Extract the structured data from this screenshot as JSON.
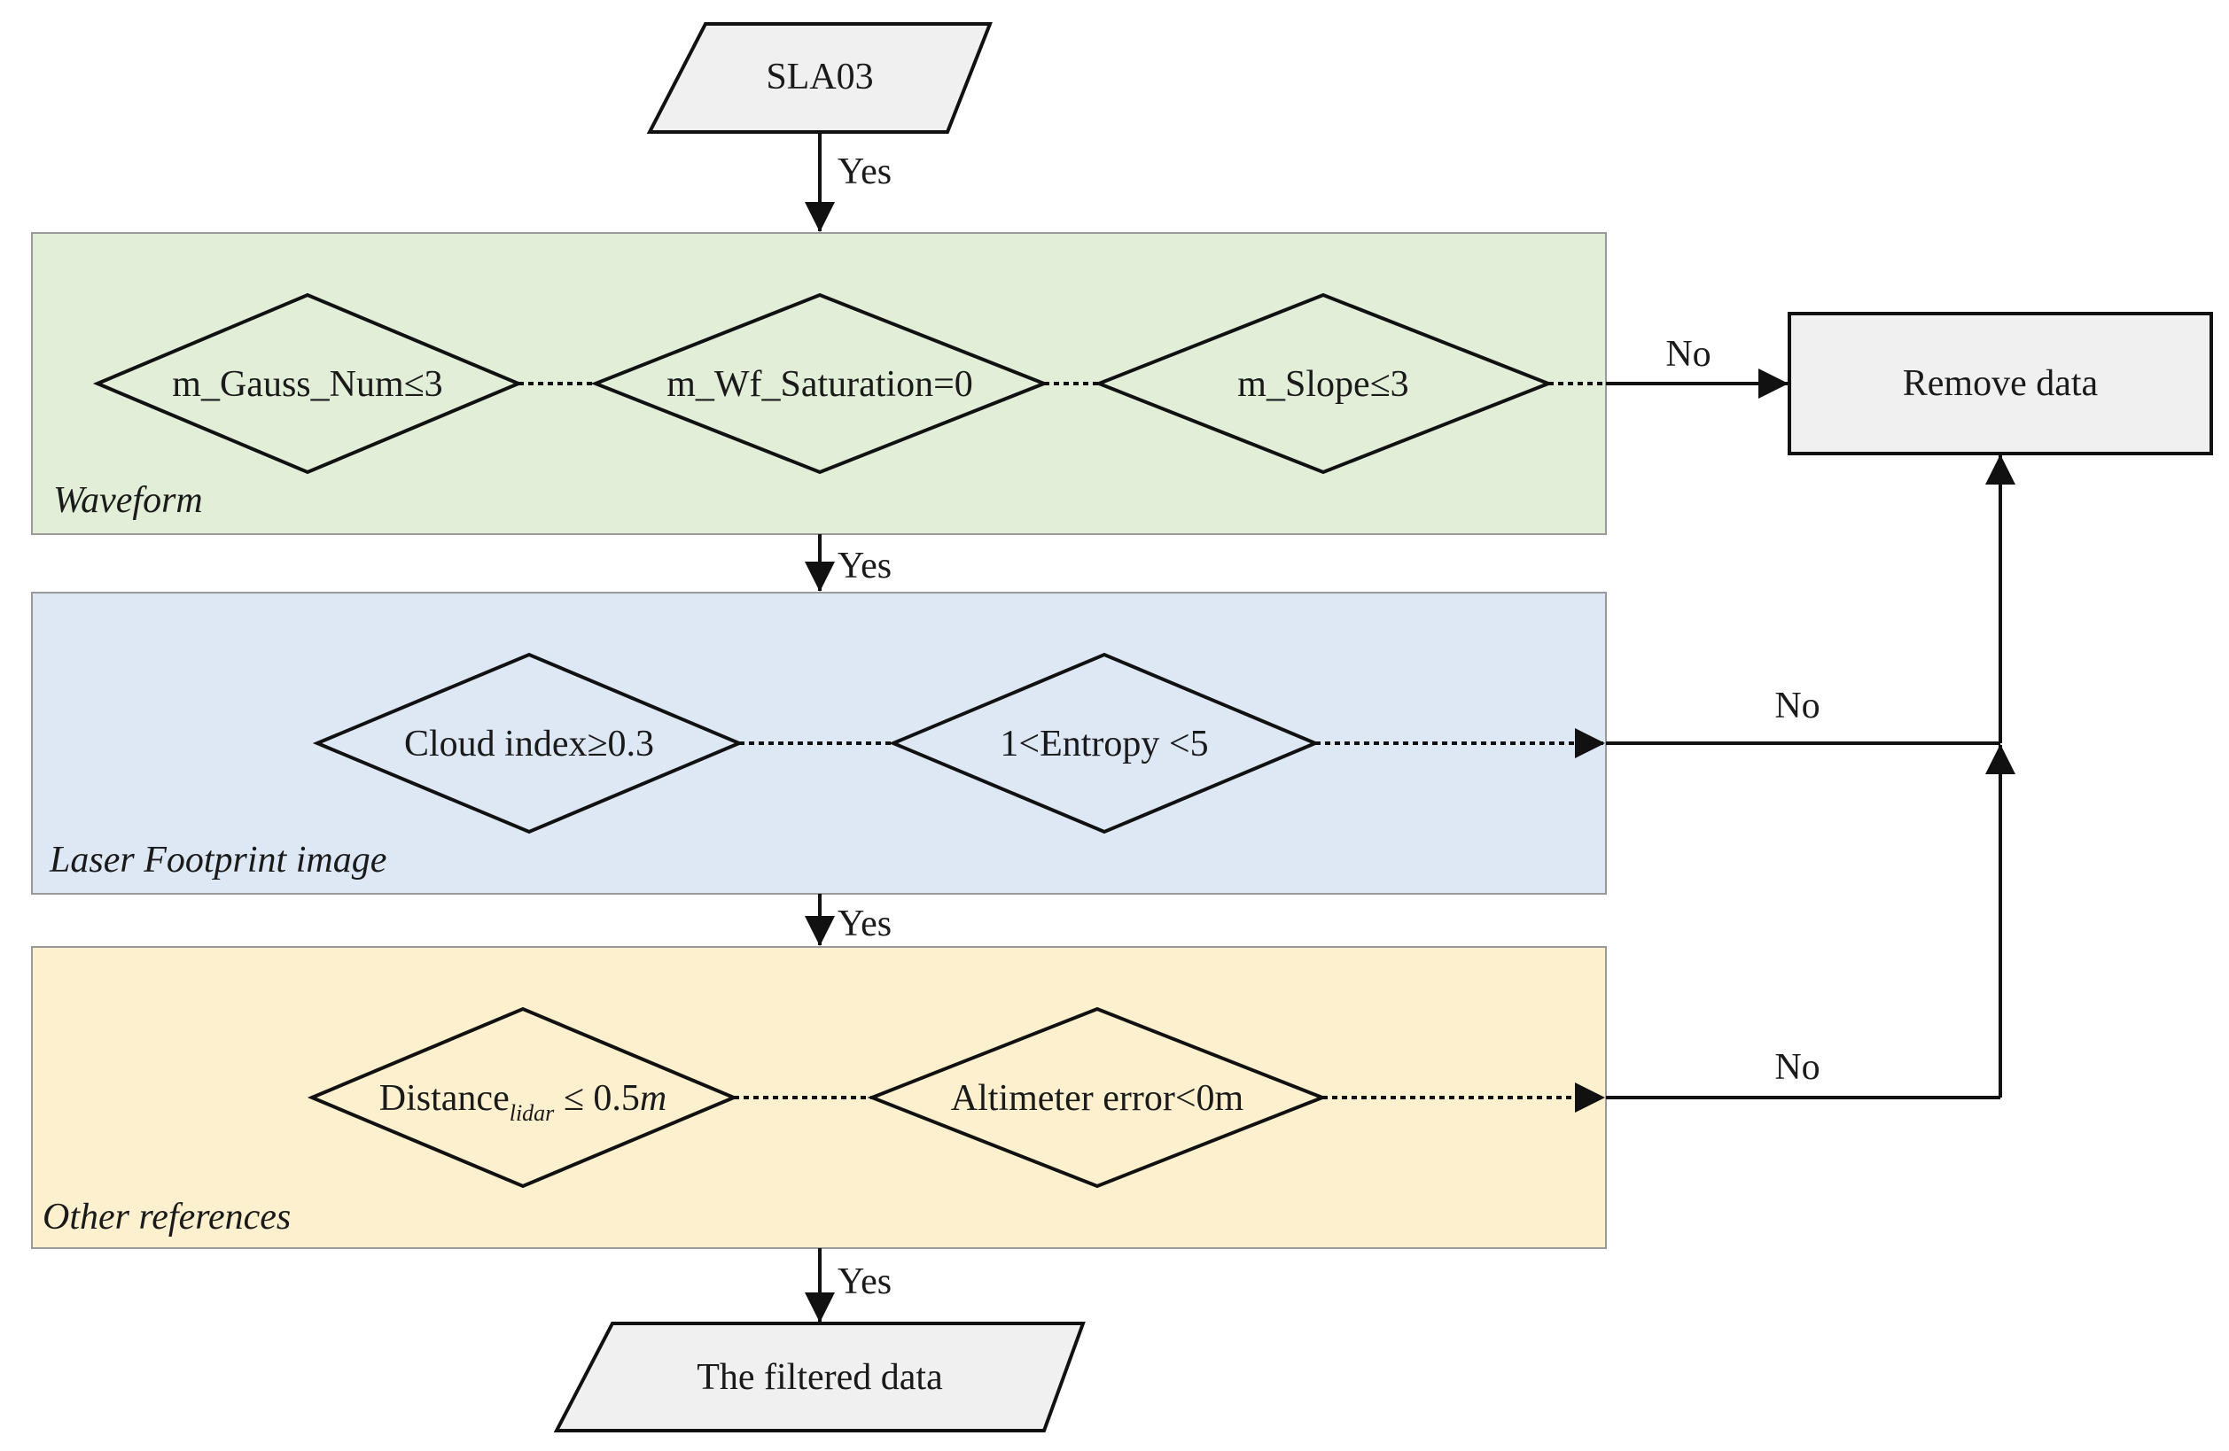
{
  "input_node": {
    "label": "SLA03"
  },
  "output_node": {
    "label": "The filtered data"
  },
  "remove_node": {
    "label": "Remove data"
  },
  "groups": [
    {
      "name": "Waveform",
      "fill": "#e2eed8",
      "conditions": [
        "m_Gauss_Num≤3",
        "m_Wf_Saturation=0",
        "m_Slope≤3"
      ]
    },
    {
      "name": "Laser Footprint image",
      "fill": "#dde8f4",
      "conditions": [
        "Cloud index≥0.3",
        "1<Entropy <5"
      ]
    },
    {
      "name": "Other references",
      "fill": "#fdf0cf",
      "conditions": [
        {
          "base": "Distance",
          "sub": "lidar",
          "rest": " ≤ 0.5",
          "unit": "m"
        },
        "Altimeter error<0m"
      ]
    }
  ],
  "edges": {
    "yes_label": "Yes",
    "no_label": "No"
  },
  "colors": {
    "stroke": "#111111",
    "box_border": "#999999",
    "terminal_fill": "#f0f0f0"
  }
}
